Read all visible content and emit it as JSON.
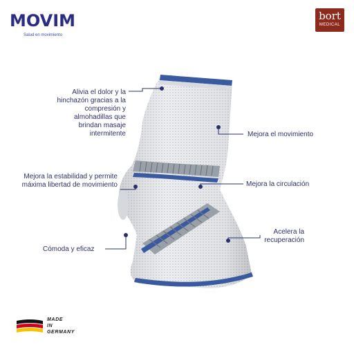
{
  "brand": {
    "movim_name": "MOVIM",
    "movim_tagline": "Salud en movimiento",
    "bort_name": "bort",
    "bort_sub": "MEDICAL"
  },
  "callouts": {
    "pain_relief": "Alivia el dolor y la hinchazón gracias a la compresión y almohadillas que brindan masaje intermitente",
    "movement": "Mejora el movimiento",
    "stability": "Mejora la estabilidad y permite máxima libertad de movimiento",
    "circulation": "Mejora la circulación",
    "comfort": "Cómoda y eficaz",
    "recovery": "Acelera la recuperación"
  },
  "badge": {
    "line1": "MADE",
    "line2": "IN",
    "line3": "GERMANY"
  },
  "colors": {
    "brand_navy": "#2b2c84",
    "bort_red": "#8c2a1e",
    "callout_line": "#2a2f6b",
    "brace_fabric": "#e9ebee",
    "brace_blue_trim": "#3a5aa0",
    "brace_grey_band": "#9aa0a8"
  }
}
